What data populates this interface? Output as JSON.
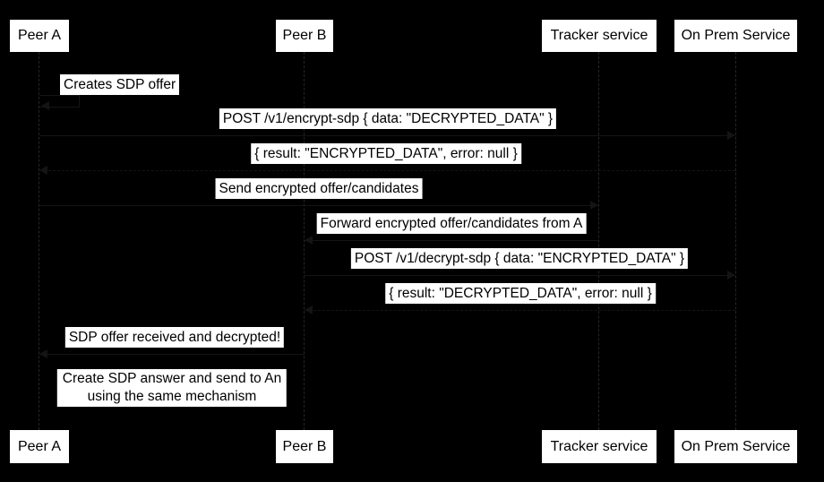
{
  "diagram": {
    "type": "sequence-diagram",
    "participants": [
      {
        "id": "peer-a",
        "label": "Peer A"
      },
      {
        "id": "peer-b",
        "label": "Peer B"
      },
      {
        "id": "tracker",
        "label": "Tracker service"
      },
      {
        "id": "onprem",
        "label": "On Prem Service"
      }
    ],
    "messages": [
      {
        "index": 0,
        "from": "peer-a",
        "to": "peer-a",
        "kind": "self",
        "text": "Creates SDP offer"
      },
      {
        "index": 1,
        "from": "peer-a",
        "to": "onprem",
        "kind": "solid",
        "text": "POST /v1/encrypt-sdp { data: \"DECRYPTED_DATA\" }"
      },
      {
        "index": 2,
        "from": "onprem",
        "to": "peer-a",
        "kind": "reply",
        "text": "{ result: \"ENCRYPTED_DATA\", error: null }"
      },
      {
        "index": 3,
        "from": "peer-a",
        "to": "tracker",
        "kind": "solid",
        "text": "Send encrypted offer/candidates"
      },
      {
        "index": 4,
        "from": "tracker",
        "to": "peer-b",
        "kind": "solid",
        "text": "Forward encrypted offer/candidates from A"
      },
      {
        "index": 5,
        "from": "peer-b",
        "to": "onprem",
        "kind": "solid",
        "text": "POST /v1/decrypt-sdp { data: \"ENCRYPTED_DATA\" }"
      },
      {
        "index": 6,
        "from": "onprem",
        "to": "peer-b",
        "kind": "reply",
        "text": "{ result: \"DECRYPTED_DATA\", error: null }"
      },
      {
        "index": 7,
        "from": "peer-b",
        "to": "peer-a",
        "kind": "solid",
        "text": "SDP offer received and decrypted!"
      }
    ],
    "note": {
      "over": "peer-a,peer-b",
      "line1": "Create SDP answer and send to An",
      "line2": "using the same mechanism"
    },
    "colors": {
      "background": "#000000",
      "label_background": "#ffffff",
      "label_text": "#000000",
      "lifeline": "#262626"
    }
  }
}
